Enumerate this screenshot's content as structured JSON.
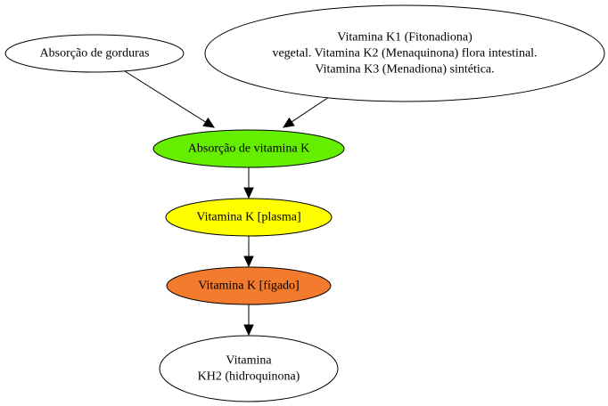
{
  "diagram": {
    "nodes": [
      {
        "id": "gorduras",
        "lines": [
          "Absorção de gorduras"
        ],
        "fill": "#ffffff"
      },
      {
        "id": "tipos_k",
        "lines": [
          "Vitamina K1 (Fitonadiona)",
          "vegetal. Vitamina K2 (Menaquinona) flora intestinal.",
          "Vitamina K3 (Menadiona) sintética."
        ],
        "fill": "#ffffff"
      },
      {
        "id": "absorcao_k",
        "lines": [
          "Absorção de vitamina K"
        ],
        "fill": "#66ee00"
      },
      {
        "id": "plasma",
        "lines": [
          "Vitamina K [plasma]"
        ],
        "fill": "#ffff00"
      },
      {
        "id": "figado",
        "lines": [
          "Vitamina K [fígado]"
        ],
        "fill": "#f27b2d"
      },
      {
        "id": "kh2",
        "lines": [
          "Vitamina",
          "KH2 (hidroquinona)"
        ],
        "fill": "#ffffff"
      }
    ],
    "edges": [
      {
        "from": "gorduras",
        "to": "absorcao_k"
      },
      {
        "from": "tipos_k",
        "to": "absorcao_k"
      },
      {
        "from": "absorcao_k",
        "to": "plasma"
      },
      {
        "from": "plasma",
        "to": "figado"
      },
      {
        "from": "figado",
        "to": "kh2"
      }
    ]
  }
}
